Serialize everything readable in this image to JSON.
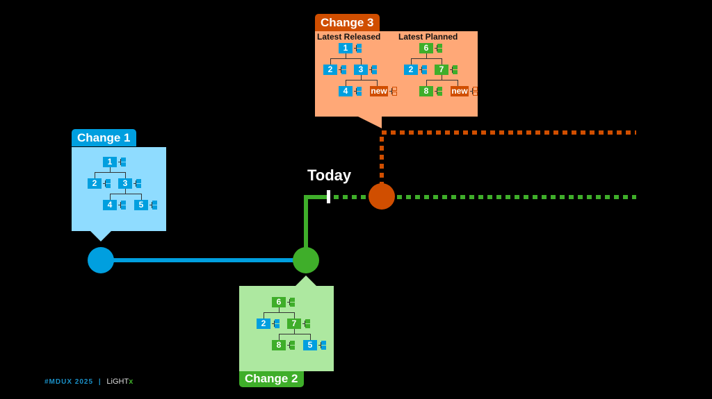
{
  "colors": {
    "blue": "#009fdf",
    "green": "#3fae2a",
    "orange": "#d04e00",
    "blue_panel": "#8fdcff",
    "green_panel": "#ade8a0",
    "orange_panel": "#ffa877",
    "background": "#000000"
  },
  "timeline": {
    "today_label": "Today"
  },
  "change1": {
    "title": "Change 1",
    "nodes": [
      {
        "label": "1",
        "color": "blue"
      },
      {
        "label": "2",
        "color": "blue"
      },
      {
        "label": "3",
        "color": "blue"
      },
      {
        "label": "4",
        "color": "blue"
      },
      {
        "label": "5",
        "color": "blue"
      }
    ]
  },
  "change2": {
    "title": "Change 2",
    "nodes": [
      {
        "label": "6",
        "color": "green"
      },
      {
        "label": "2",
        "color": "blue"
      },
      {
        "label": "7",
        "color": "green"
      },
      {
        "label": "8",
        "color": "green"
      },
      {
        "label": "5",
        "color": "blue"
      }
    ]
  },
  "change3": {
    "title": "Change 3",
    "released": {
      "label": "Latest Released",
      "nodes": [
        {
          "label": "1",
          "color": "blue"
        },
        {
          "label": "2",
          "color": "blue"
        },
        {
          "label": "3",
          "color": "blue"
        },
        {
          "label": "4",
          "color": "blue"
        },
        {
          "label": "new",
          "color": "orange"
        }
      ]
    },
    "planned": {
      "label": "Latest Planned",
      "nodes": [
        {
          "label": "6",
          "color": "green"
        },
        {
          "label": "2",
          "color": "blue"
        },
        {
          "label": "7",
          "color": "green"
        },
        {
          "label": "8",
          "color": "green"
        },
        {
          "label": "new",
          "color": "orange"
        }
      ]
    }
  },
  "footer": {
    "hashtag": "#MDUX 2025",
    "separator": "|",
    "brand_main": "LiGHT",
    "brand_x": "x"
  }
}
